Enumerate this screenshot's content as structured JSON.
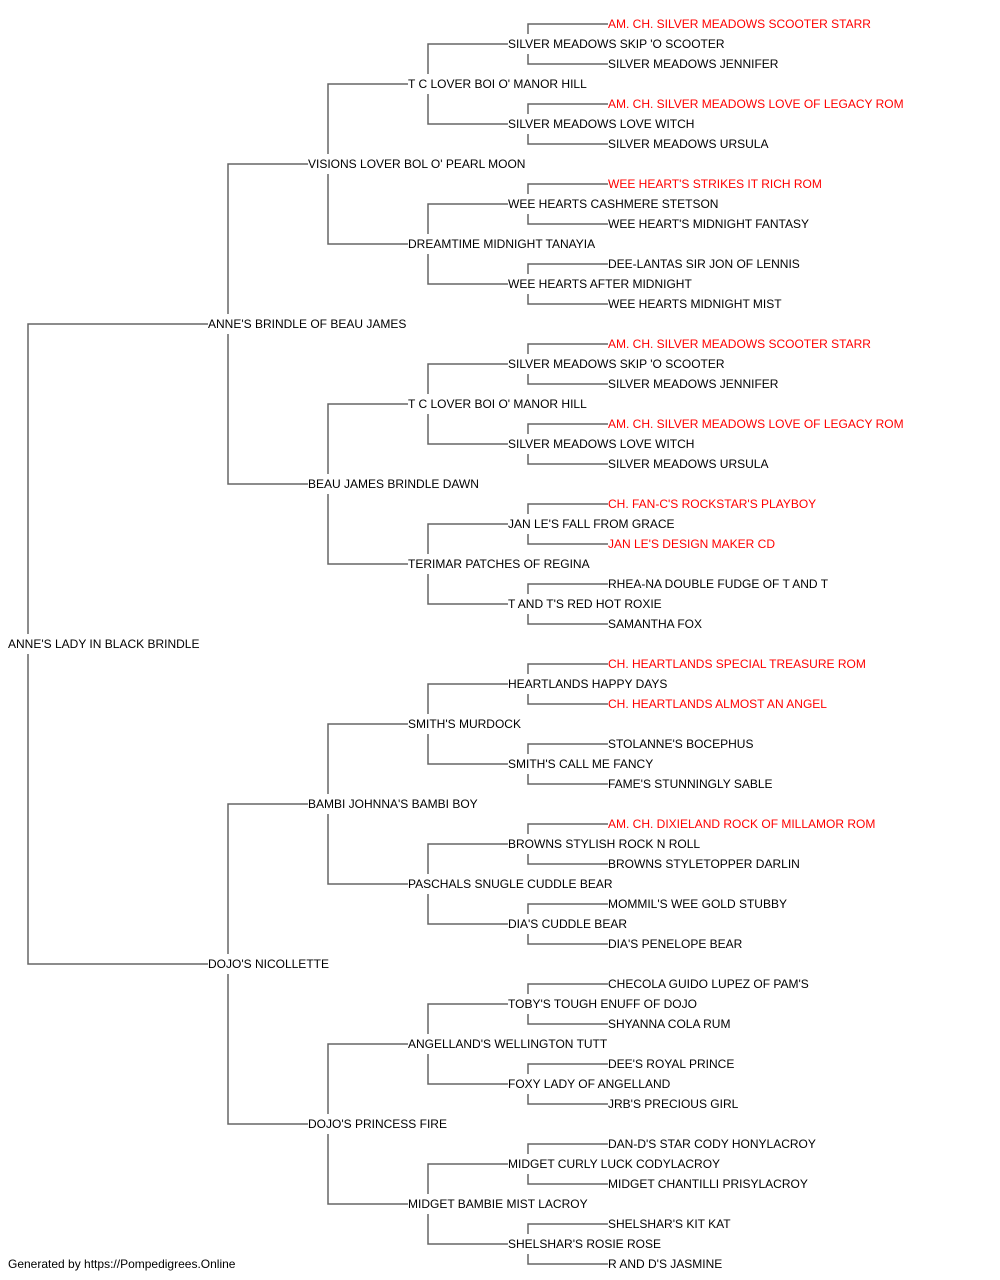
{
  "colors": {
    "line": "#666666",
    "name": "#000000",
    "champion": "#ff0000"
  },
  "pedigree": {
    "name": "ANNE'S LADY IN BLACK BRINDLE",
    "sire": {
      "name": "ANNE'S BRINDLE OF BEAU JAMES",
      "sire": {
        "name": "VISIONS LOVER BOL O' PEARL MOON",
        "sire": {
          "name": "T C LOVER BOI O' MANOR HILL",
          "sire": {
            "name": "SILVER MEADOWS SKIP 'O SCOOTER",
            "sire": {
              "name": "AM. CH. SILVER MEADOWS SCOOTER STARR",
              "champion": true
            },
            "dam": {
              "name": "SILVER MEADOWS JENNIFER"
            }
          },
          "dam": {
            "name": "SILVER MEADOWS LOVE WITCH",
            "sire": {
              "name": "AM. CH. SILVER MEADOWS LOVE OF LEGACY ROM",
              "champion": true
            },
            "dam": {
              "name": "SILVER MEADOWS URSULA"
            }
          }
        },
        "dam": {
          "name": "DREAMTIME MIDNIGHT TANAYIA",
          "sire": {
            "name": "WEE HEARTS CASHMERE STETSON",
            "sire": {
              "name": "WEE HEART'S STRIKES IT RICH ROM",
              "champion": true
            },
            "dam": {
              "name": "WEE HEART'S MIDNIGHT FANTASY"
            }
          },
          "dam": {
            "name": "WEE HEARTS AFTER MIDNIGHT",
            "sire": {
              "name": "DEE-LANTAS SIR JON OF LENNIS"
            },
            "dam": {
              "name": "WEE HEARTS MIDNIGHT MIST"
            }
          }
        }
      },
      "dam": {
        "name": "BEAU JAMES BRINDLE DAWN",
        "sire": {
          "name": "T C LOVER BOI O' MANOR HILL",
          "sire": {
            "name": "SILVER MEADOWS SKIP 'O SCOOTER",
            "sire": {
              "name": "AM. CH. SILVER MEADOWS SCOOTER STARR",
              "champion": true
            },
            "dam": {
              "name": "SILVER MEADOWS JENNIFER"
            }
          },
          "dam": {
            "name": "SILVER MEADOWS LOVE WITCH",
            "sire": {
              "name": "AM. CH. SILVER MEADOWS LOVE OF LEGACY ROM",
              "champion": true
            },
            "dam": {
              "name": "SILVER MEADOWS URSULA"
            }
          }
        },
        "dam": {
          "name": "TERIMAR PATCHES OF REGINA",
          "sire": {
            "name": "JAN LE'S FALL FROM GRACE",
            "sire": {
              "name": "CH. FAN-C'S ROCKSTAR'S PLAYBOY",
              "champion": true
            },
            "dam": {
              "name": "JAN LE'S DESIGN MAKER CD",
              "champion": true
            }
          },
          "dam": {
            "name": "T AND T'S RED HOT ROXIE",
            "sire": {
              "name": "RHEA-NA DOUBLE FUDGE OF T AND T"
            },
            "dam": {
              "name": "SAMANTHA FOX"
            }
          }
        }
      }
    },
    "dam": {
      "name": "DOJO'S NICOLLETTE",
      "sire": {
        "name": "BAMBI JOHNNA'S BAMBI BOY",
        "sire": {
          "name": "SMITH'S MURDOCK",
          "sire": {
            "name": "HEARTLANDS HAPPY DAYS",
            "sire": {
              "name": "CH. HEARTLANDS SPECIAL TREASURE ROM",
              "champion": true
            },
            "dam": {
              "name": "CH. HEARTLANDS ALMOST AN ANGEL",
              "champion": true
            }
          },
          "dam": {
            "name": "SMITH'S CALL ME FANCY",
            "sire": {
              "name": "STOLANNE'S BOCEPHUS"
            },
            "dam": {
              "name": "FAME'S STUNNINGLY SABLE"
            }
          }
        },
        "dam": {
          "name": "PASCHALS SNUGLE CUDDLE BEAR",
          "sire": {
            "name": "BROWNS STYLISH ROCK N ROLL",
            "sire": {
              "name": "AM. CH. DIXIELAND ROCK OF MILLAMOR ROM",
              "champion": true
            },
            "dam": {
              "name": "BROWNS STYLETOPPER DARLIN"
            }
          },
          "dam": {
            "name": "DIA'S CUDDLE BEAR",
            "sire": {
              "name": "MOMMIL'S WEE GOLD STUBBY"
            },
            "dam": {
              "name": "DIA'S PENELOPE BEAR"
            }
          }
        }
      },
      "dam": {
        "name": "DOJO'S PRINCESS FIRE",
        "sire": {
          "name": "ANGELLAND'S WELLINGTON TUTT",
          "sire": {
            "name": "TOBY'S TOUGH ENUFF OF DOJO",
            "sire": {
              "name": "CHECOLA GUIDO LUPEZ OF PAM'S"
            },
            "dam": {
              "name": "SHYANNA COLA RUM"
            }
          },
          "dam": {
            "name": "FOXY LADY OF ANGELLAND",
            "sire": {
              "name": "DEE'S ROYAL PRINCE"
            },
            "dam": {
              "name": "JRB'S PRECIOUS GIRL"
            }
          }
        },
        "dam": {
          "name": "MIDGET BAMBIE MIST LACROY",
          "sire": {
            "name": "MIDGET CURLY LUCK CODYLACROY",
            "sire": {
              "name": "DAN-D'S STAR CODY HONYLACROY"
            },
            "dam": {
              "name": "MIDGET CHANTILLI PRISYLACROY"
            }
          },
          "dam": {
            "name": "SHELSHAR'S ROSIE ROSE",
            "sire": {
              "name": "SHELSHAR'S KIT KAT"
            },
            "dam": {
              "name": "R AND D'S JASMINE"
            }
          }
        }
      }
    }
  },
  "footer": {
    "text": "Generated by https://Pompedigrees.Online"
  }
}
